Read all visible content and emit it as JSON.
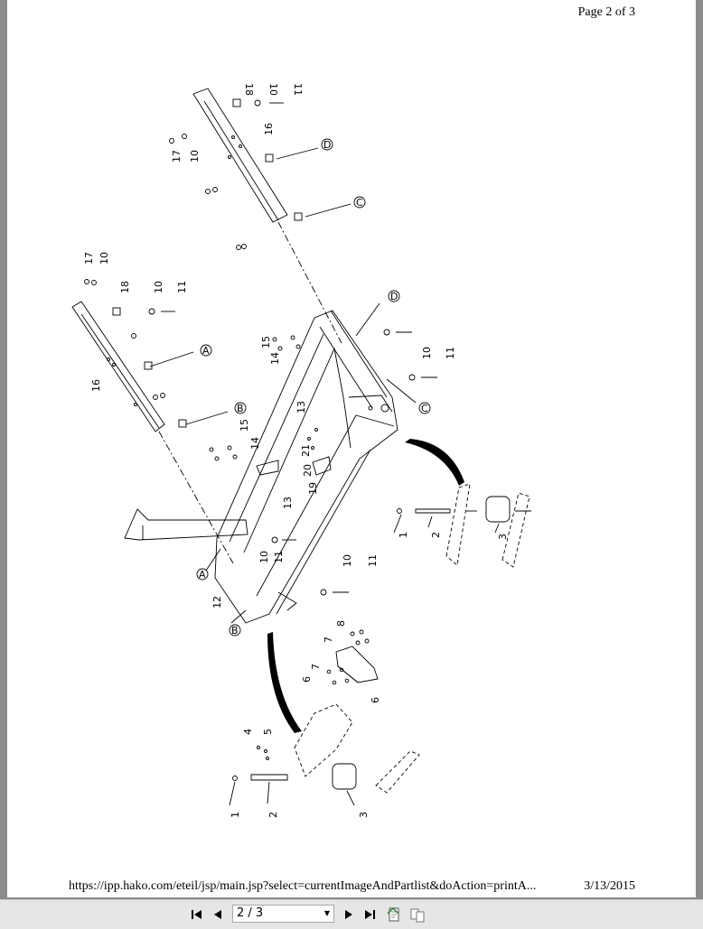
{
  "document": {
    "page_header": "Page 2 of 3",
    "footer_url": "https://ipp.hako.com/eteil/jsp/main.jsp?select=currentImageAndPartlist&doAction=printA...",
    "footer_date": "3/13/2015"
  },
  "callouts": {
    "top_arm": [
      "18",
      "10",
      "11",
      "16",
      "17",
      "10",
      "D",
      "C"
    ],
    "left_arm": [
      "17",
      "10",
      "18",
      "10",
      "11",
      "16",
      "A",
      "B"
    ],
    "frame_top": [
      "D",
      "15",
      "14",
      "13",
      "10",
      "11",
      "C"
    ],
    "frame_center": [
      "15",
      "14",
      "21",
      "20",
      "19",
      "13",
      "13",
      "10",
      "11",
      "A",
      "12",
      "B",
      "10",
      "11"
    ],
    "right_wheel": [
      "1",
      "2",
      "3"
    ],
    "bracket": [
      "8",
      "7",
      "7",
      "6",
      "9"
    ],
    "left_wheel": [
      "4",
      "5",
      "1",
      "2",
      "3"
    ]
  },
  "toolbar": {
    "page_select_value": "2 / 3",
    "icons": [
      "first-page-icon",
      "prev-page-icon",
      "next-page-icon",
      "last-page-icon",
      "single-page-icon",
      "two-page-icon"
    ]
  }
}
